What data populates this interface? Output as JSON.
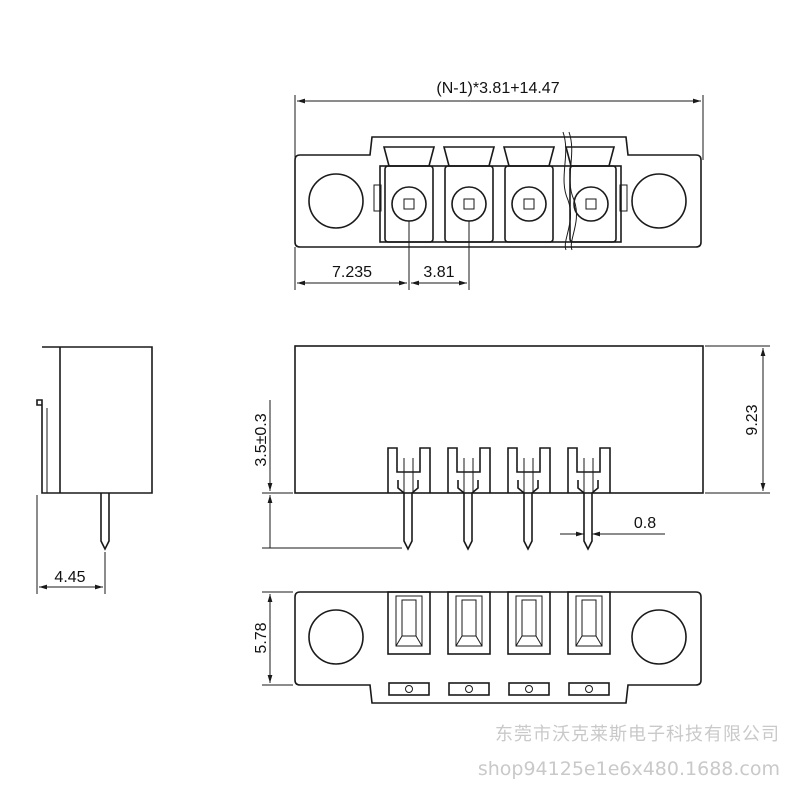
{
  "dimensions": {
    "overall_width": "(N-1)*3.81+14.47",
    "edge_to_first_pin": "7.235",
    "pitch": "3.81",
    "pin_length": "3.5±0.3",
    "body_height": "9.23",
    "pin_width": "0.8",
    "side_offset": "4.45",
    "bottom_depth": "5.78"
  },
  "watermark": {
    "company": "东莞市沃克莱斯电子科技有限公司",
    "url": "shop94125e1e6x480.1688.com"
  }
}
